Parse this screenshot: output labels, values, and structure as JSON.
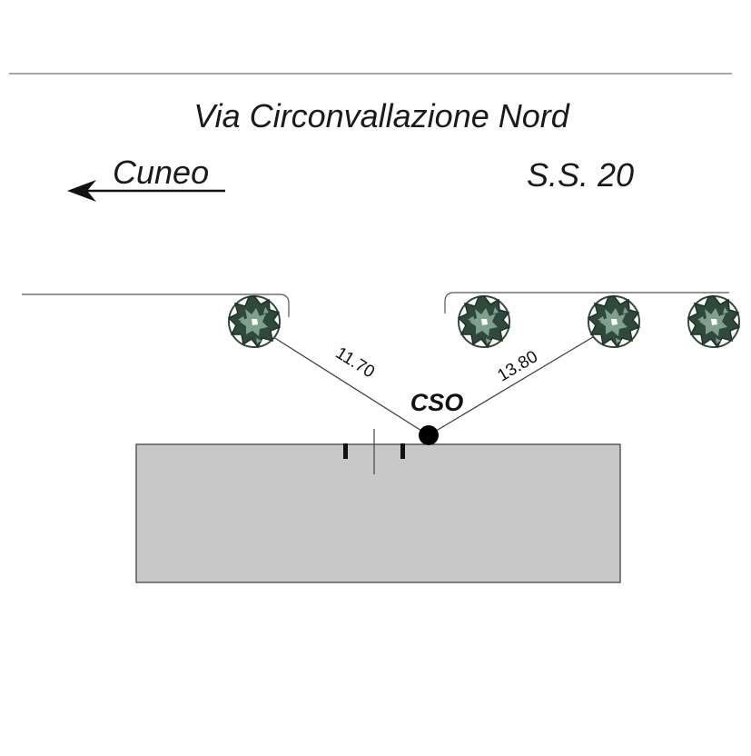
{
  "map": {
    "road_name": "Via Circonvallazione Nord",
    "road_code": "S.S. 20",
    "direction_label": "Cuneo",
    "point_label": "CSO",
    "distance_left": "11.70",
    "distance_right": "13.80"
  },
  "colors": {
    "building_fill": "#c8c8c8",
    "line": "#3c3c3c",
    "tree_dark": "#2f4a3a",
    "tree_light": "#7fa08b",
    "marker": "#000000"
  },
  "icons": {
    "tree": "tree-icon",
    "arrow": "arrow-left-icon",
    "point": "measurement-point-icon"
  }
}
